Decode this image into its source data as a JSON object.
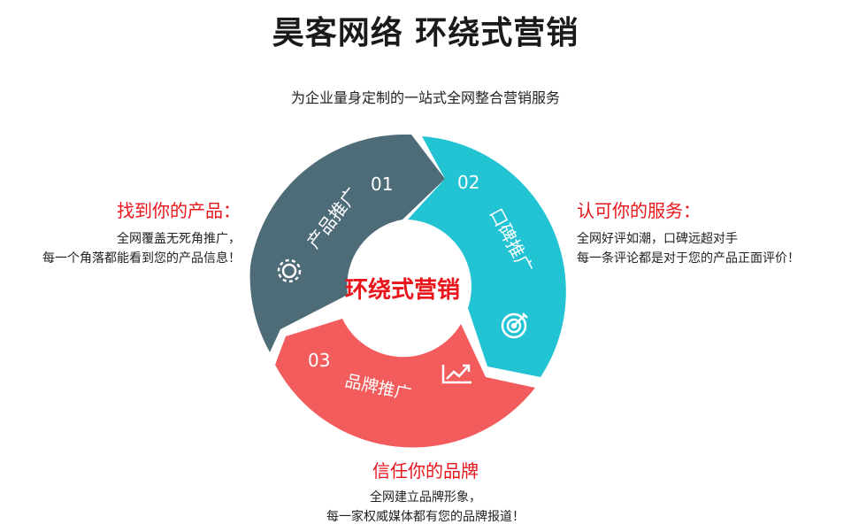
{
  "header": {
    "title": "昊客网络 环绕式营销",
    "subtitle": "为企业量身定制的一站式全网整合营销服务"
  },
  "center_label": "环绕式营销",
  "segments": [
    {
      "number": "01",
      "label": "产品推广",
      "color": "#4e6b78",
      "icon": "gear-icon"
    },
    {
      "number": "02",
      "label": "口碑推广",
      "color": "#22c3d3",
      "icon": "target-icon"
    },
    {
      "number": "03",
      "label": "品牌推广",
      "color": "#f25c5c",
      "icon": "growth-chart-icon"
    }
  ],
  "left_block": {
    "title": "找到你的产品：",
    "lines": [
      "全网覆盖无死角推广，",
      "每一个角落都能看到您的产品信息！"
    ]
  },
  "right_block": {
    "title": "认可你的服务：",
    "lines": [
      "全网好评如潮，口碑远超对手",
      "每一条评论都是对于您的产品正面评价！"
    ]
  },
  "bottom_block": {
    "title": "信任你的品牌",
    "lines": [
      "全网建立品牌形象，",
      "每一家权威媒体都有您的品牌报道！"
    ]
  },
  "colors": {
    "accent_red": "#e8161c",
    "segment_1": "#4e6b78",
    "segment_2": "#22c3d3",
    "segment_3": "#f25c5c"
  }
}
